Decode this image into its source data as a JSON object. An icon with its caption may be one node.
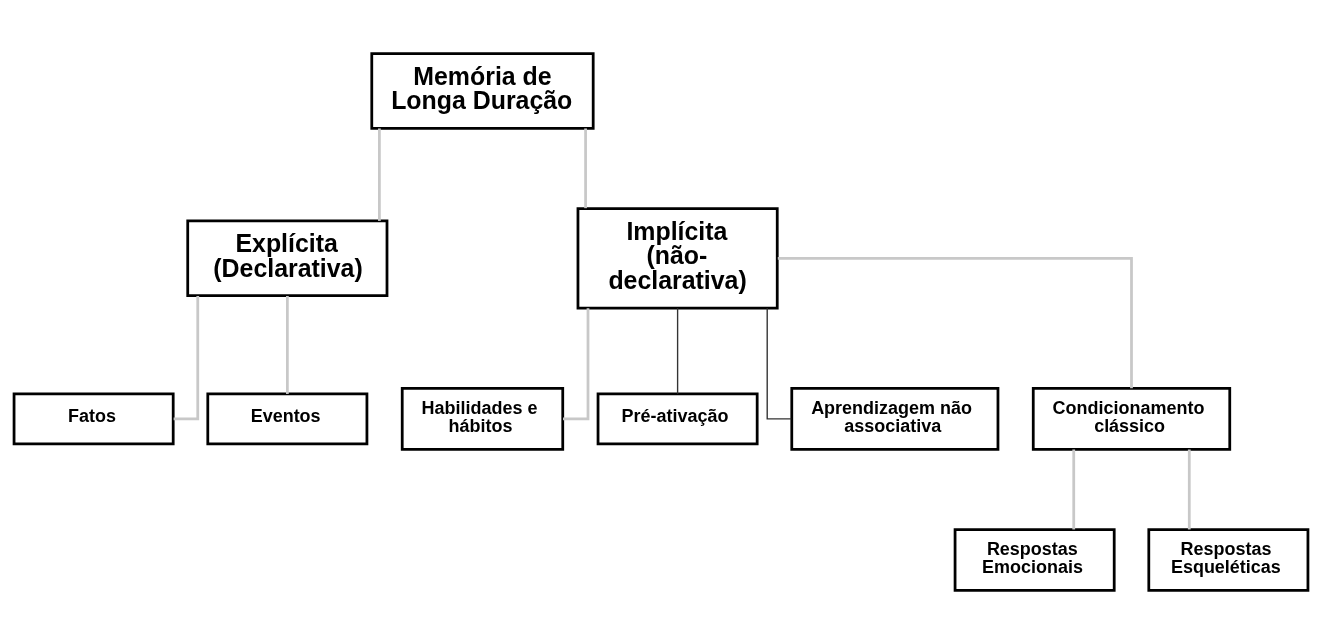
{
  "diagram": {
    "nodes": [
      {
        "text": [
          "Memória de Longa Duração"
        ]
      },
      {
        "text": [
          "Explícita (Declarativa)"
        ]
      },
      {
        "text": [
          "Implícita (não-declarativa)"
        ]
      },
      {
        "text": [
          "Fatos"
        ]
      },
      {
        "text": [
          "Eventos"
        ]
      },
      {
        "text": [
          "Habilidades e hábitos"
        ]
      },
      {
        "text": [
          "Pré-ativação"
        ]
      },
      {
        "text": [
          "Aprendizagem não associativa"
        ]
      },
      {
        "text": [
          "Condicionamento clássico"
        ]
      },
      {
        "text": [
          "Respostas Emocionais"
        ]
      },
      {
        "text": [
          "Respostas Esqueléticas"
        ]
      }
    ],
    "edges": [
      {
        "from": 0,
        "to": 1,
        "arrow": "none"
      },
      {
        "from": 0,
        "to": 2,
        "arrow": "none"
      },
      {
        "from": 1,
        "to": 3,
        "arrow": "none"
      },
      {
        "from": 1,
        "to": 4,
        "arrow": "none"
      },
      {
        "from": 2,
        "to": 5,
        "arrow": "none"
      },
      {
        "from": 2,
        "to": 6,
        "arrow": "none",
        "color": "#333333"
      },
      {
        "from": 2,
        "to": 7,
        "arrow": "none",
        "color": "#333333"
      },
      {
        "from": 2,
        "to": 8,
        "arrow": "none"
      },
      {
        "from": 8,
        "to": 9,
        "arrow": "none"
      },
      {
        "from": 8,
        "to": 10,
        "arrow": "none"
      }
    ]
  }
}
